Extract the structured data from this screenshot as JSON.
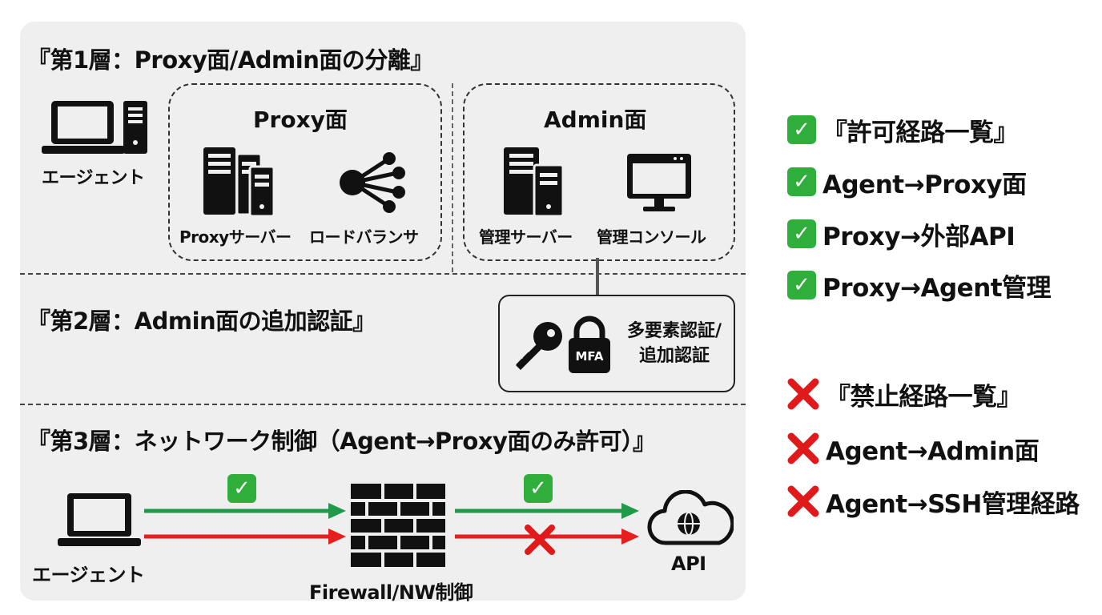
{
  "layer1": {
    "title": "『第1層：Proxy面/Admin面の分離』",
    "agent_label": "エージェント",
    "proxy_plane": {
      "title": "Proxy面",
      "items": [
        {
          "label": "Proxyサーバー",
          "icon": "server-rack-icon"
        },
        {
          "label": "ロードバランサ",
          "icon": "share-hub-icon"
        }
      ]
    },
    "admin_plane": {
      "title": "Admin面",
      "items": [
        {
          "label": "管理サーバー",
          "icon": "server-tower-icon"
        },
        {
          "label": "管理コンソール",
          "icon": "monitor-icon"
        }
      ]
    }
  },
  "layer2": {
    "title": "『第2層：Admin面の追加認証』",
    "auth_label_line1": "多要素認証/",
    "auth_label_line2": "追加認証",
    "lock_text": "MFA"
  },
  "layer3": {
    "title": "『第3層：ネットワーク制御（Agent→Proxy面のみ許可）』",
    "agent_label": "エージェント",
    "firewall_label": "Firewall/NW制御",
    "api_label": "API"
  },
  "legend": {
    "allowed_header": "『許可経路一覧』",
    "allowed": [
      "Agent→Proxy面",
      "Proxy→外部API",
      "Proxy→Agent管理"
    ],
    "forbidden_header": "『禁止経路一覧』",
    "forbidden": [
      "Agent→Admin面",
      "Agent→SSH管理経路"
    ]
  },
  "colors": {
    "panel_bg": "#efefef",
    "allowed_green": "#2fae3b",
    "forbidden_red": "#e01a1a",
    "arrow_green": "#1f9a4a",
    "arrow_red": "#e61e1e"
  }
}
